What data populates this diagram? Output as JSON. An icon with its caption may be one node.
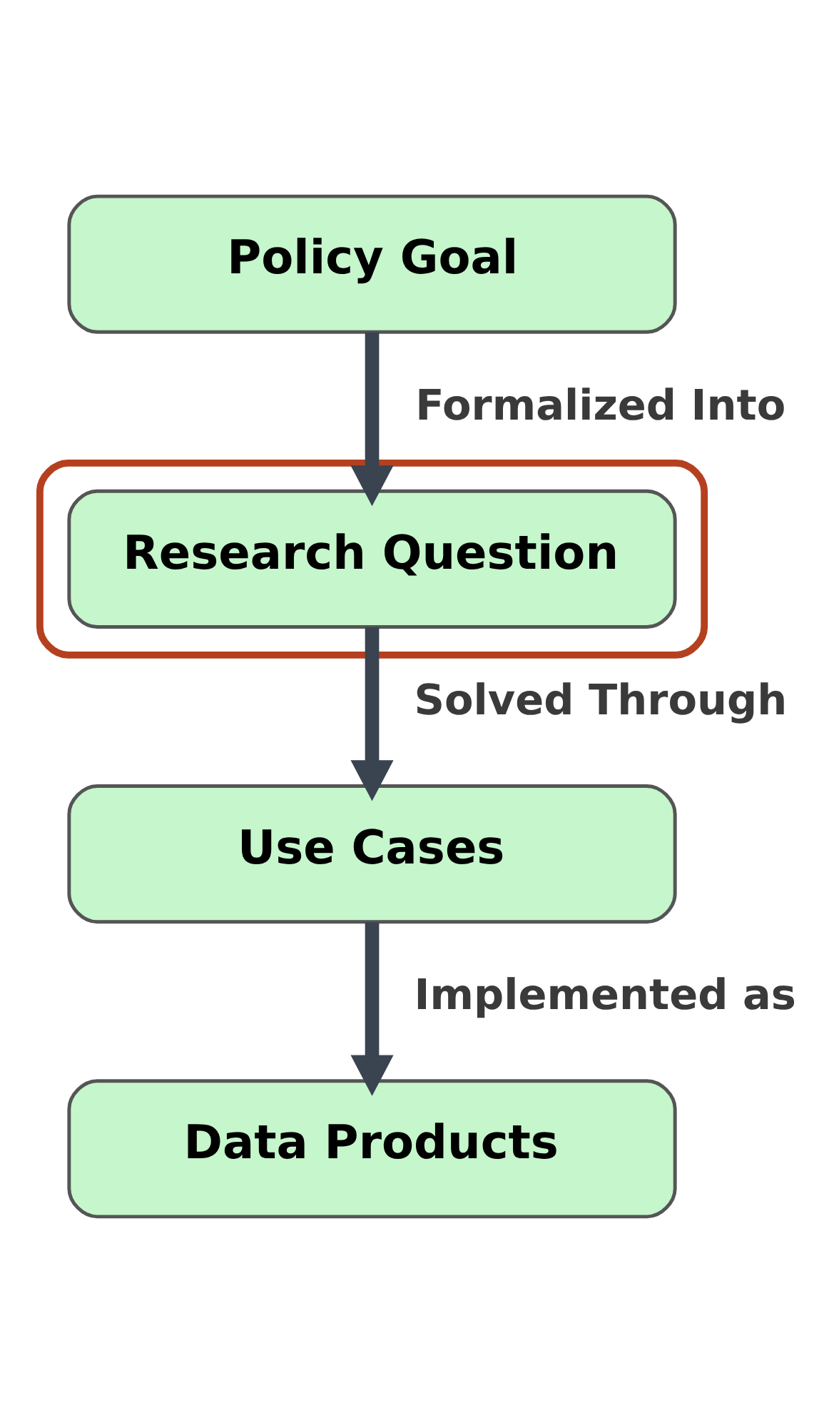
{
  "diagram": {
    "nodes": [
      {
        "text": [
          "Policy Goal"
        ]
      },
      {
        "text": [],
        "shape": "box"
      },
      {
        "text": [
          "Research Question"
        ],
        "in": 1
      },
      {
        "text": [
          "Use Cases"
        ]
      },
      {
        "text": [
          "Data Products"
        ]
      }
    ],
    "edges": [
      {
        "from": 0,
        "to": 2,
        "arrow": "to",
        "label": "Formalized Into"
      },
      {
        "from": 2,
        "to": 3,
        "arrow": "to",
        "label": "Solved Through"
      },
      {
        "from": 3,
        "to": 4,
        "arrow": "to",
        "label": "Implemented as"
      }
    ]
  }
}
